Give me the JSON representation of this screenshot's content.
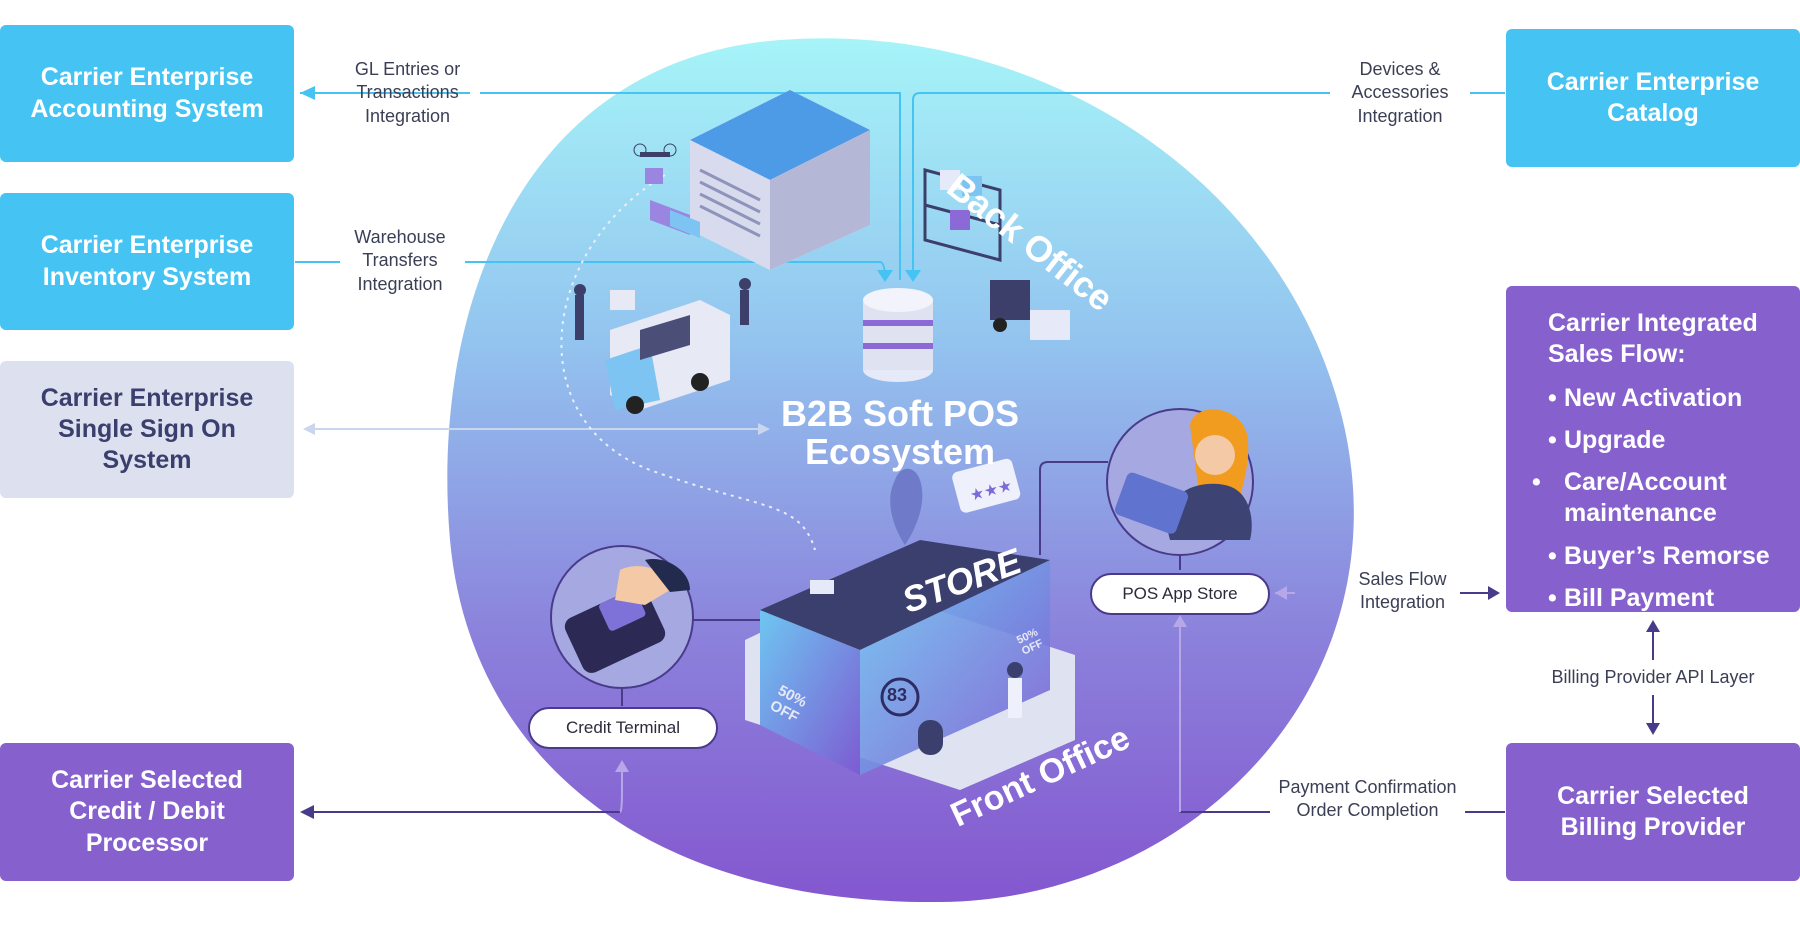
{
  "boxes": {
    "accounting": "Carrier Enterprise Accounting System",
    "inventory": "Carrier Enterprise Inventory System",
    "sso": "Carrier Enterprise Single Sign On System",
    "processor": "Carrier Selected Credit / Debit Processor",
    "catalog": "Carrier Enterprise Catalog",
    "billing": "Carrier Selected Billing Provider"
  },
  "sales_flow": {
    "title": "Carrier Integrated Sales Flow:",
    "items": [
      "New Activation",
      "Upgrade",
      "Care/Account maintenance",
      "Buyer’s Remorse",
      "Bill Payment"
    ]
  },
  "labels": {
    "gl": "GL Entries or Transactions Integration",
    "warehouse": "Warehouse Transfers Integration",
    "devices": "Devices & Accessories Integration",
    "sales_integration": "Sales Flow Integration",
    "billing_api": "Billing Provider API Layer",
    "payment": "Payment Confirmation Order Completion"
  },
  "ecosystem": {
    "title_line1": "B2B Soft POS",
    "title_line2": "Ecosystem",
    "back_office": "Back Office",
    "front_office": "Front Office",
    "store_sign": "STORE",
    "sale_badge": "50% OFF",
    "sale_badge_small": "50% OFF",
    "store_number": "83"
  },
  "pills": {
    "pos_app_store": "POS App Store",
    "credit_terminal": "Credit Terminal"
  },
  "colors": {
    "blue_box": "#45c3f3",
    "purple_box": "#8661ce",
    "grey_box": "#dde1ef",
    "connector_dark": "#4a3b8a",
    "connector_light": "#45c3f3"
  }
}
